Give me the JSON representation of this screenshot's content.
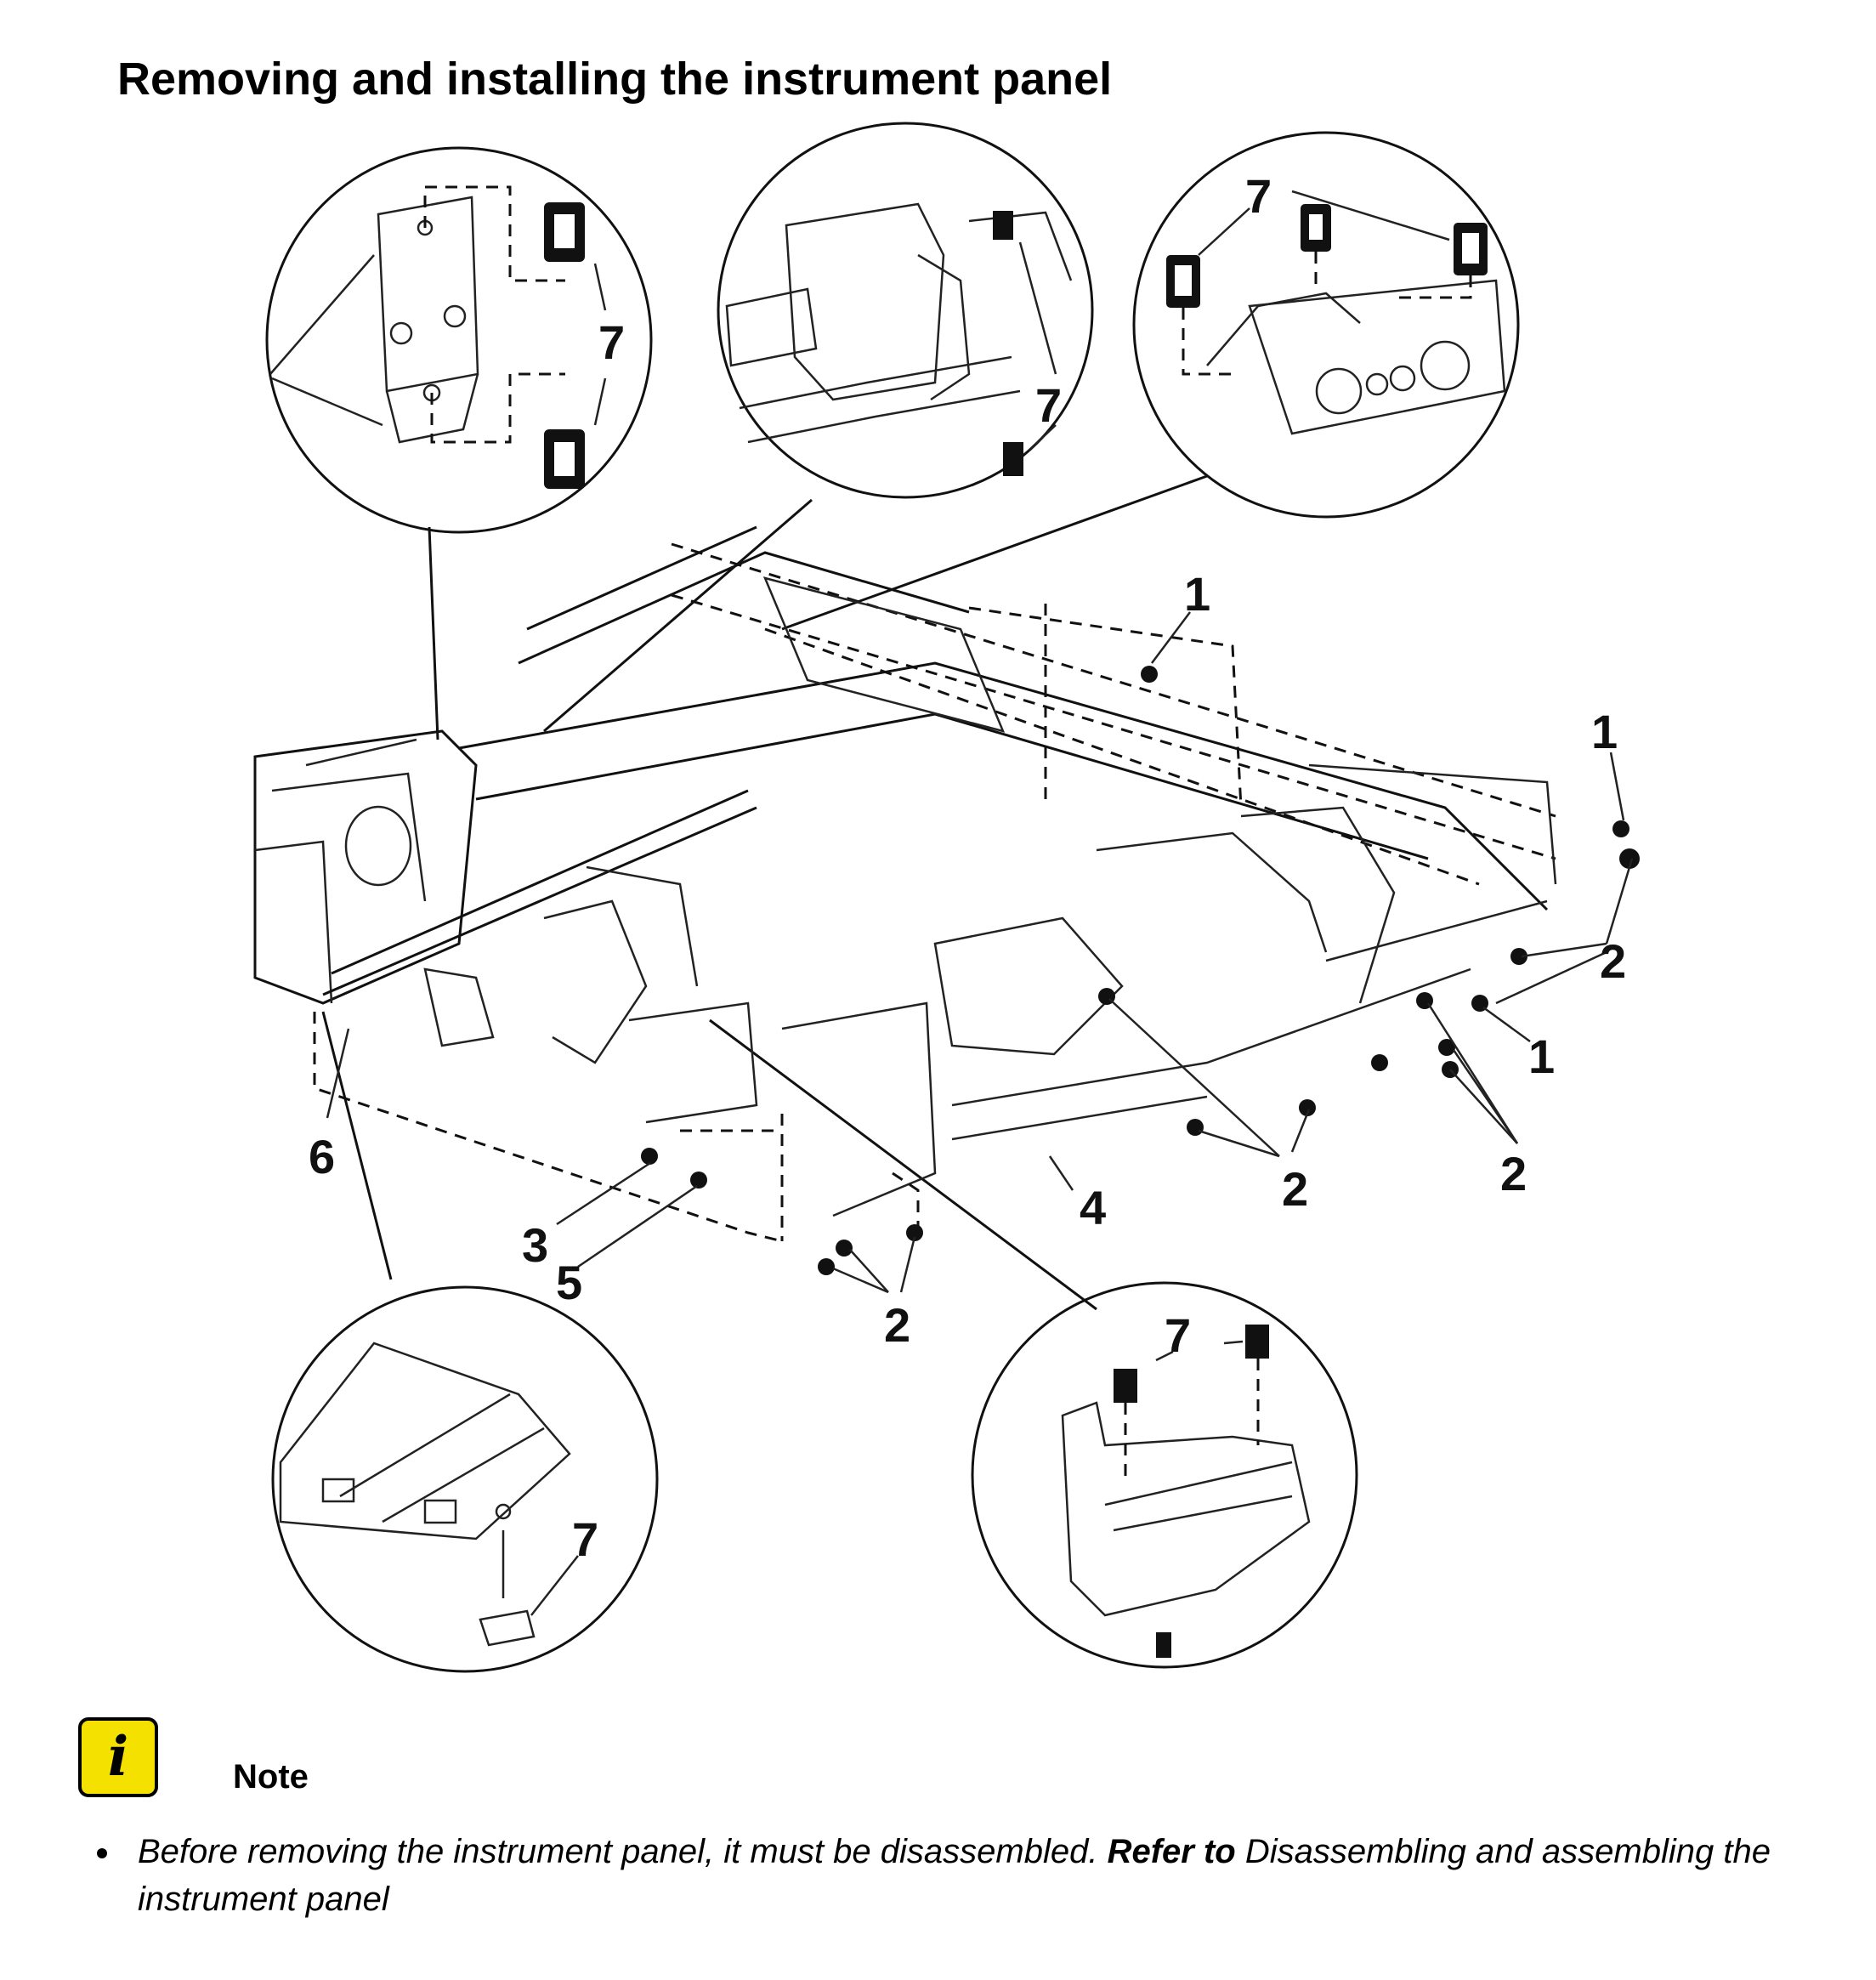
{
  "title": "Removing and installing the instrument panel",
  "callouts": {
    "c1": "1",
    "c2": "2",
    "c3": "3",
    "c4": "4",
    "c5": "5",
    "c6": "6",
    "c7": "7"
  },
  "note": {
    "icon": "info-icon",
    "icon_glyph": "i",
    "icon_color": "#f5e100",
    "label": "Note",
    "item_prefix": "Before removing the instrument panel, it must be disassembled.",
    "item_ref": "Refer to",
    "item_link": "Disassembling and assembling the instrument panel"
  }
}
